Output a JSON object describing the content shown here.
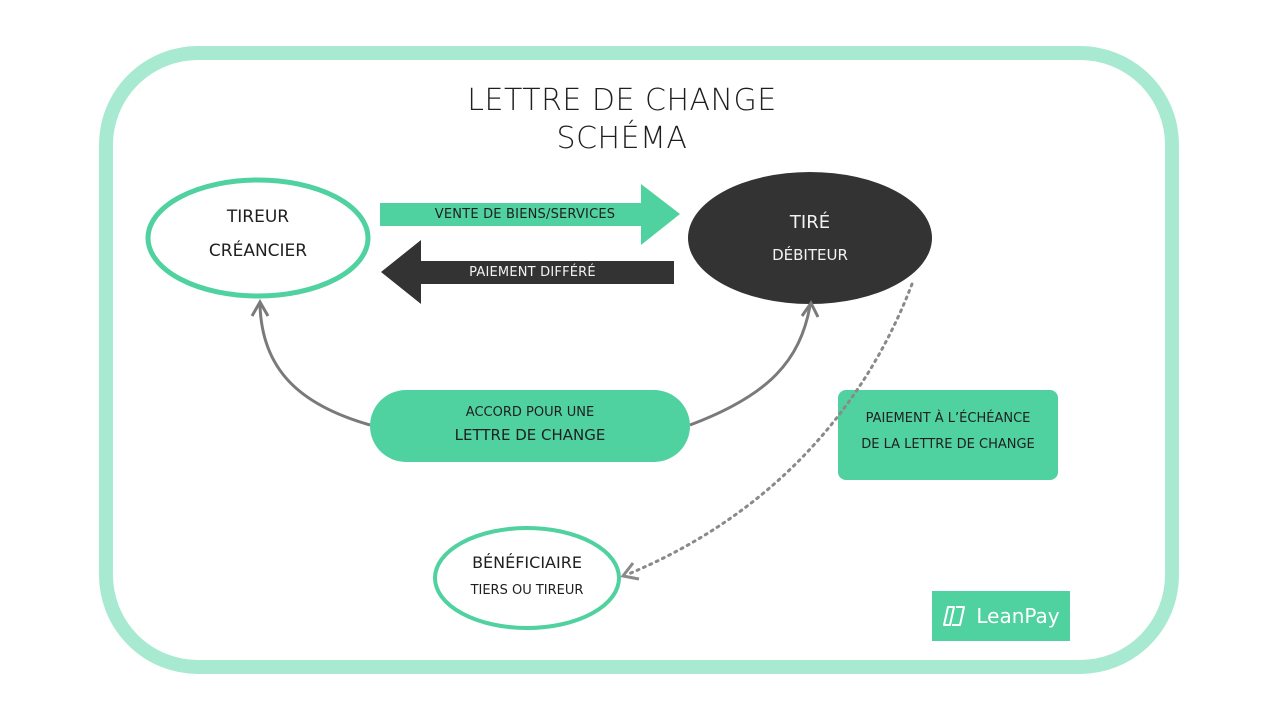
{
  "title": {
    "line1": "LETTRE DE CHANGE",
    "line2": "SCHÉMA"
  },
  "nodes": {
    "tireur": {
      "line1": "TIREUR",
      "line2": "CRÉANCIER"
    },
    "tire": {
      "line1": "TIRÉ",
      "line2": "DÉBITEUR"
    },
    "accord": {
      "line1": "ACCORD POUR UNE",
      "line2": "LETTRE DE CHANGE"
    },
    "paiement_echeance": {
      "line1": "PAIEMENT À L’ÉCHÉANCE",
      "line2": "DE LA LETTRE DE CHANGE"
    },
    "beneficiaire": {
      "line1": "BÉNÉFICIAIRE",
      "line2": "TIERS OU TIREUR"
    }
  },
  "arrows": {
    "vente": "VENTE DE BIENS/SERVICES",
    "paiement_differe": "PAIEMENT DIFFÉRÉ"
  },
  "logo": {
    "text": "LeanPay",
    "icon": "leanpay-logo-icon"
  },
  "colors": {
    "green": "#4fd1a0",
    "frame": "#a8e9d1",
    "dark": "#333333",
    "connector": "#7a7a7a"
  }
}
